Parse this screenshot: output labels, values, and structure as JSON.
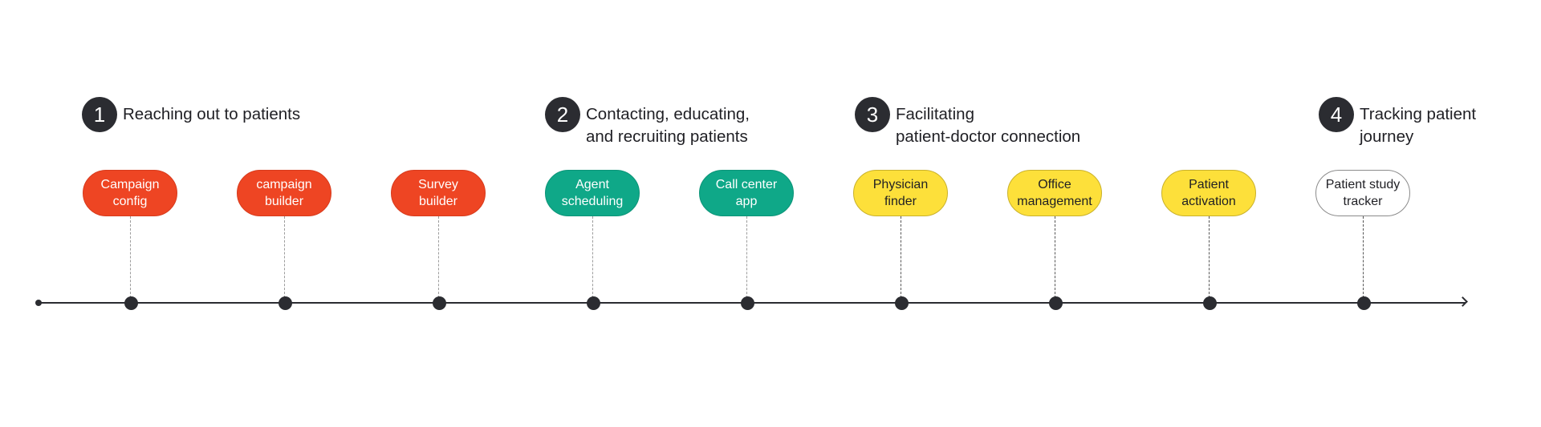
{
  "phases": [
    {
      "number": "1",
      "title": "Reaching out to patients"
    },
    {
      "number": "2",
      "title": "Contacting, educating,\nand recruiting  patients"
    },
    {
      "number": "3",
      "title": "Facilitating\npatient-doctor connection"
    },
    {
      "number": "4",
      "title": "Tracking patient\njourney"
    }
  ],
  "steps": [
    {
      "label": "Campaign\nconfig",
      "color": "#ee4523"
    },
    {
      "label": "campaign\nbuilder",
      "color": "#ee4523"
    },
    {
      "label": "Survey\nbuilder",
      "color": "#ee4523"
    },
    {
      "label": "Agent\nscheduling",
      "color": "#0fa888"
    },
    {
      "label": "Call center\napp",
      "color": "#0fa888"
    },
    {
      "label": "Physician\nfinder",
      "color": "#fde03a"
    },
    {
      "label": "Office\nmanagement",
      "color": "#fde03a"
    },
    {
      "label": "Patient\nactivation",
      "color": "#fde03a"
    },
    {
      "label": "Patient study\ntracker",
      "color": "#ffffff"
    }
  ]
}
